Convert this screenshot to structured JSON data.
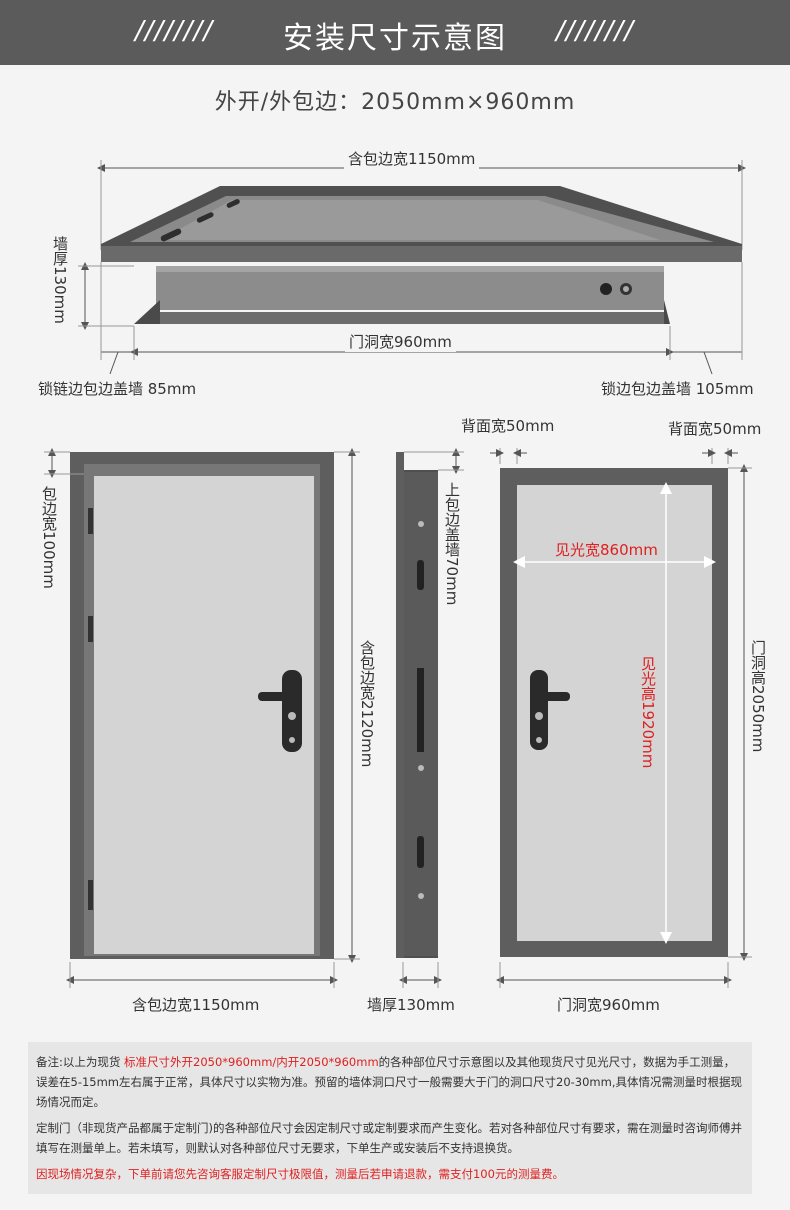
{
  "header": {
    "title": "安装尺寸示意图",
    "decor": "////////"
  },
  "subtitle": "外开/外包边：2050mm×960mm",
  "top_view": {
    "total_width": "含包边宽1150mm",
    "wall_thickness": "墙厚130mm",
    "opening_width": "门洞宽960mm",
    "lock_chain_cover": "锁链边包边盖墙 85mm",
    "lock_side_cover": "锁边包边盖墙 105mm"
  },
  "front_view": {
    "frame_width_side": "包边宽100mm",
    "total_height": "含包边宽2120mm",
    "total_width": "含包边宽1150mm"
  },
  "side_view": {
    "top_cover": "上包边盖墙70mm",
    "wall_thickness": "墙厚130mm"
  },
  "back_view": {
    "back_width_left": "背面宽50mm",
    "back_width_right": "背面宽50mm",
    "visible_width": "见光宽860mm",
    "visible_height": "见光高1920mm",
    "opening_height": "门洞高2050mm",
    "opening_width": "门洞宽960mm"
  },
  "notes": {
    "p1_a": "备注:以上为现货 ",
    "p1_hl": "标准尺寸外开2050*960mm/内开2050*960mm",
    "p1_b": "的各种部位尺寸示意图以及其他现货尺寸见光尺寸，数据为手工测量，误差在5-15mm左右属于正常，具体尺寸以实物为准。预留的墙体洞口尺寸一般需要大于门的洞口尺寸20-30mm,具体情况需测量时根据现场情况而定。",
    "p2": "定制门（非现货产品都属于定制门)的各种部位尺寸会因定制尺寸或定制要求而产生变化。若对各种部位尺寸有要求，需在测量时咨询师傅并填写在测量单上。若未填写，则默认对各种部位尺寸无要求，下单生产或安装后不支持退换货。",
    "p3": "因现场情况复杂，下单前请您先咨询客服定制尺寸极限值，测量后若申请退款，需支付100元的测量费。"
  },
  "colors": {
    "frame": "#5e5e5e",
    "panel": "#d4d4d4",
    "red_text": "#e02020",
    "banner": "#5b5b5b"
  }
}
